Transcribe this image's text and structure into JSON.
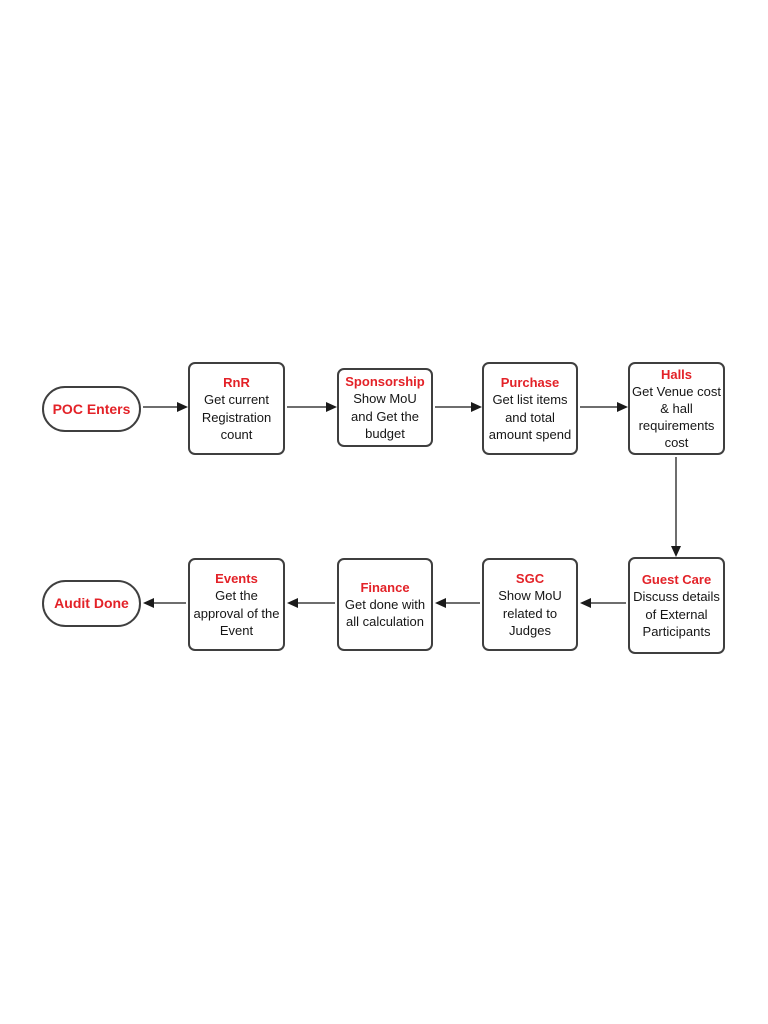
{
  "diagram": {
    "type": "flowchart",
    "colors": {
      "background": "#ffffff",
      "node_fill": "#ffffff",
      "node_border": "#3f3f3f",
      "title_text": "#e32228",
      "body_text": "#161616",
      "arrow_line": "#6e6e6e",
      "arrowhead": "#1a1a1a"
    },
    "terminals": [
      {
        "label": "POC Enters",
        "role": "start",
        "shape": "stadium"
      },
      {
        "label": "Audit Done",
        "role": "end",
        "shape": "stadium"
      }
    ],
    "nodes": [
      {
        "title": "RnR",
        "description": "Get current Registration count"
      },
      {
        "title": "Sponsorship",
        "description": "Show MoU and Get the budget"
      },
      {
        "title": "Purchase",
        "description": "Get list items and total amount spend"
      },
      {
        "title": "Halls",
        "description": "Get Venue cost & hall requirements cost"
      },
      {
        "title": "Guest Care",
        "description": "Discuss details of External Participants"
      },
      {
        "title": "SGC",
        "description": "Show MoU related to Judges"
      },
      {
        "title": "Finance",
        "description": "Get done with all calculation"
      },
      {
        "title": "Events",
        "description": "Get the approval of the Event"
      }
    ],
    "flow_order": [
      "POC Enters",
      "RnR",
      "Sponsorship",
      "Purchase",
      "Halls",
      "Guest Care",
      "SGC",
      "Finance",
      "Events",
      "Audit Done"
    ]
  }
}
